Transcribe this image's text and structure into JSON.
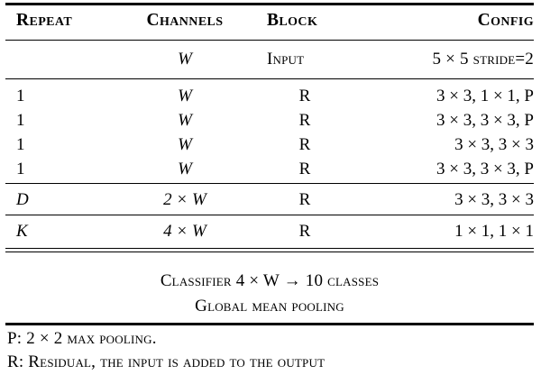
{
  "table": {
    "caption_kind": "architecture-specification-table",
    "headers": [
      "Repeat",
      "Channels",
      "Block",
      "Config"
    ],
    "rows": [
      {
        "repeat": "",
        "channels": "W",
        "block": "Input",
        "config": "5 × 5 stride=2"
      },
      {
        "repeat": "1",
        "channels": "W",
        "block": "R",
        "config": "3 × 3, 1 × 1, P"
      },
      {
        "repeat": "1",
        "channels": "W",
        "block": "R",
        "config": "3 × 3, 3 × 3, P"
      },
      {
        "repeat": "1",
        "channels": "W",
        "block": "R",
        "config": "3 × 3, 3 × 3"
      },
      {
        "repeat": "1",
        "channels": "W",
        "block": "R",
        "config": "3 × 3, 3 × 3, P"
      },
      {
        "repeat": "D",
        "channels": "2 × W",
        "block": "R",
        "config": "3 × 3, 3 × 3"
      },
      {
        "repeat": "K",
        "channels": "4 × W",
        "block": "R",
        "config": "1 × 1, 1 × 1"
      }
    ],
    "summary_lines": [
      "Classifier 4 × W → 10 classes",
      "Global mean pooling"
    ],
    "footnotes": [
      "P: 2 × 2 max pooling.",
      "R: Residual, the input is added to the output"
    ]
  },
  "legend": {
    "p_key": "P",
    "p_meaning": "2 × 2 max pooling.",
    "r_key": "R",
    "r_meaning": "Residual, the input is added to the output"
  },
  "symbols": {
    "times": "×",
    "arrow": "→",
    "width_var": "W",
    "depth_var": "D",
    "k_var": "K"
  },
  "style": {
    "text_color": "#000000",
    "background": "#ffffff",
    "rule_color": "#000000"
  }
}
